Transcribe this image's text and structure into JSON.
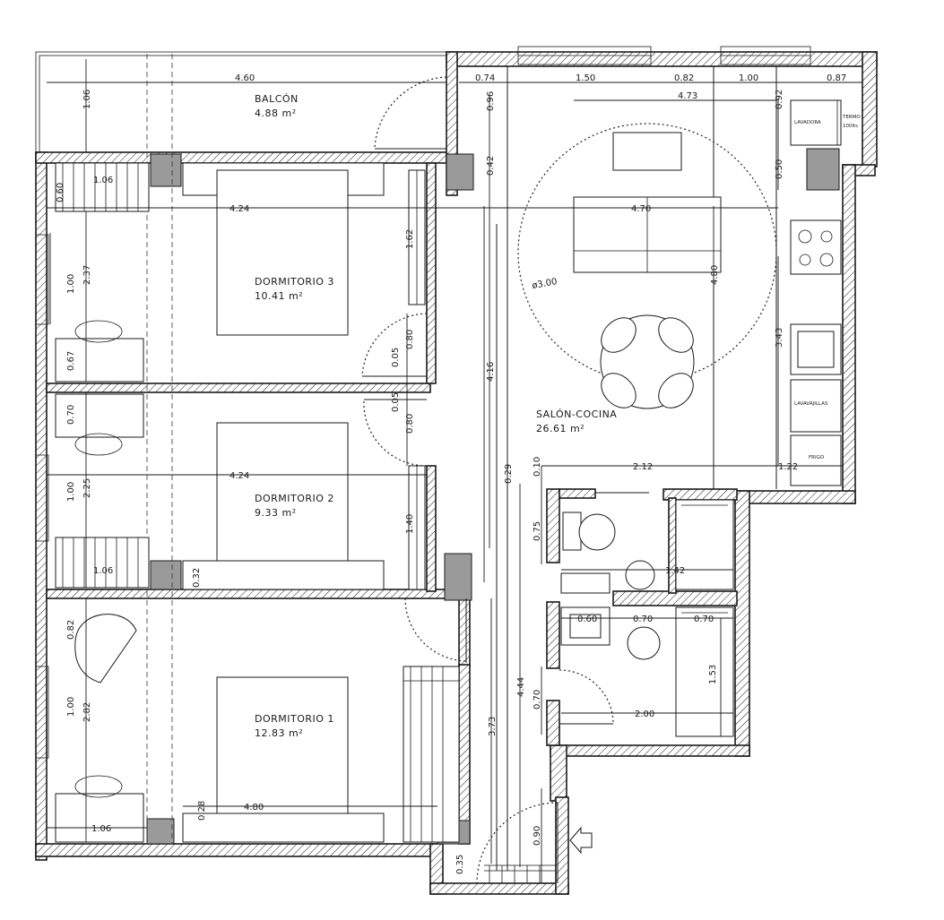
{
  "rooms": [
    {
      "name": "BALCÓN",
      "area": "4.88 m²"
    },
    {
      "name": "DORMITORIO 3",
      "area": "10.41 m²"
    },
    {
      "name": "DORMITORIO 2",
      "area": "9.33 m²"
    },
    {
      "name": "DORMITORIO 1",
      "area": "12.83 m²"
    },
    {
      "name": "SALÓN-COCINA",
      "area": "26.61 m²"
    }
  ],
  "appliances": {
    "laundry": "LAVADORA",
    "heater_1": "TERMO",
    "heater_2": "100lts",
    "dishwasher": "LAVAVAJILLAS",
    "fridge": "FRIGO"
  },
  "dimensions": {
    "balcony_width": "4.60",
    "balcony_depth": "1.06",
    "top_segments": [
      "0.74",
      "1.50",
      "0.82",
      "1.00",
      "0.87"
    ],
    "living_width": "4.73",
    "living_side_a": "0.96",
    "living_side_b": "0.92",
    "living_col_a": "0.42",
    "living_col_b": "0.50",
    "bed3_width": "4.24",
    "bed3_wardrobe": "1.06",
    "bed3_left_a": "0.60",
    "bed3_left_b": "1.00",
    "bed3_left_c": "2.37",
    "bed3_desk": "0.67",
    "bed3_closet": "1.62",
    "door_a": "0.80",
    "door_gap": "0.05",
    "door_b": "0.05",
    "door_c": "0.80",
    "living_inner": "4.70",
    "rug": "ø3.00",
    "living_height": "4.80",
    "kitchen_height": "3.43",
    "corridor_a": "4.16",
    "corridor_b": "0.29",
    "bed2_desk": "0.70",
    "bed2_width": "4.24",
    "bed2_left_a": "1.00",
    "bed2_left_b": "2.25",
    "bed2_closet": "1.40",
    "bed2_wardrobe": "1.06",
    "bed2_col": "0.32",
    "bath_top": "0.10",
    "bath_width": "2.12",
    "bath_right": "1.22",
    "bath_side": "0.75",
    "bath_inner": "1.42",
    "bath2_a": "0.60",
    "bath2_b": "0.70",
    "bath2_c": "0.70",
    "bath2_height": "1.53",
    "bath2_width": "2.00",
    "bath2_side": "0.70",
    "bed1_chair": "0.82",
    "bed1_left_a": "1.00",
    "bed1_left_b": "2.82",
    "bed1_wardrobe": "1.06",
    "bed1_width": "4.80",
    "bed1_col": "0.28",
    "corridor_c": "3.73",
    "corridor_d": "4.44",
    "entry_door": "0.90",
    "entry_col": "0.35"
  }
}
